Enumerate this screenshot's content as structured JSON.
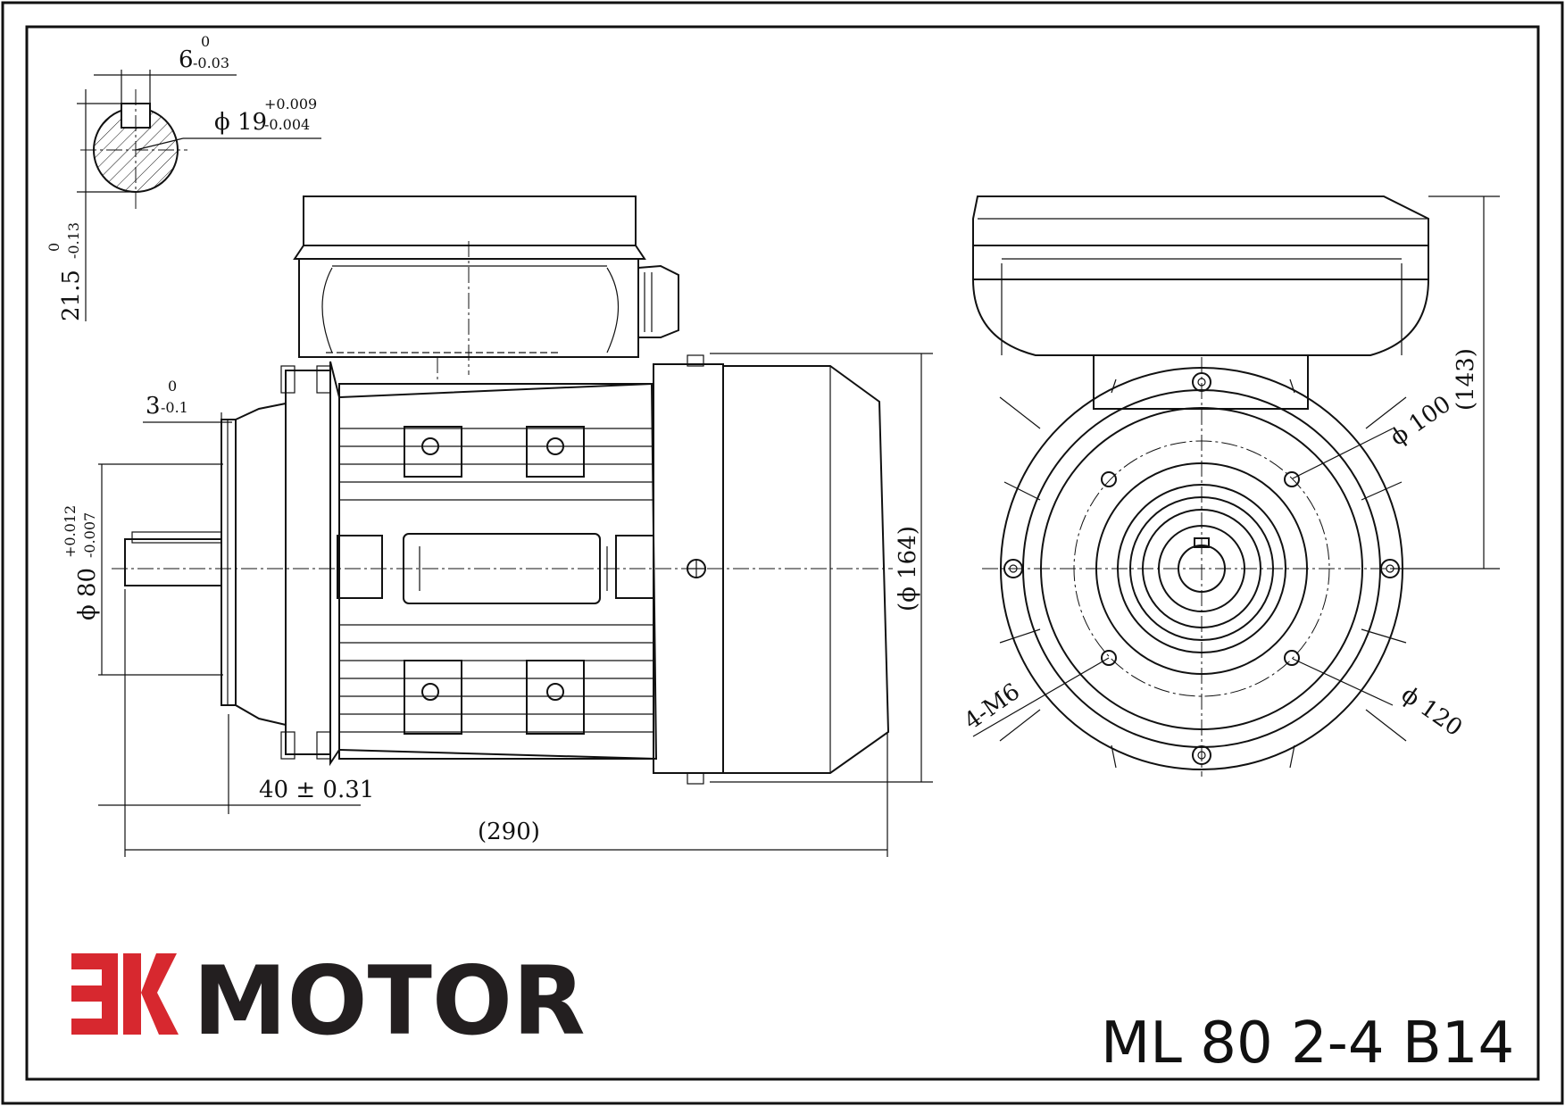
{
  "brand": {
    "mark": "EK",
    "name": "MOTOR",
    "mark_color": "#d7282f",
    "text_color": "#231f20"
  },
  "model": "ML 80 2-4 B14",
  "dimensions": {
    "key_width": "6",
    "key_width_tol_upper": "0",
    "key_width_tol_lower": "-0.03",
    "shaft_dia": "ϕ 19",
    "shaft_dia_tol_upper": "+0.009",
    "shaft_dia_tol_lower": "-0.004",
    "key_height": "21.5",
    "key_height_tol_upper": "0",
    "key_height_tol_lower": "-0.13",
    "spigot_depth": "3",
    "spigot_depth_tol_upper": "0",
    "spigot_depth_tol_lower": "-0.1",
    "spigot_dia": "ϕ 80",
    "spigot_dia_tol_upper": "+0.012",
    "spigot_dia_tol_lower": "-0.007",
    "shaft_length": "40 ± 0.31",
    "overall_length": "(290)",
    "frame_dia": "(ϕ 164)",
    "height": "(143)",
    "pcd_inner": "ϕ 100",
    "pcd_outer": "ϕ 120",
    "holes": "4-M6"
  }
}
